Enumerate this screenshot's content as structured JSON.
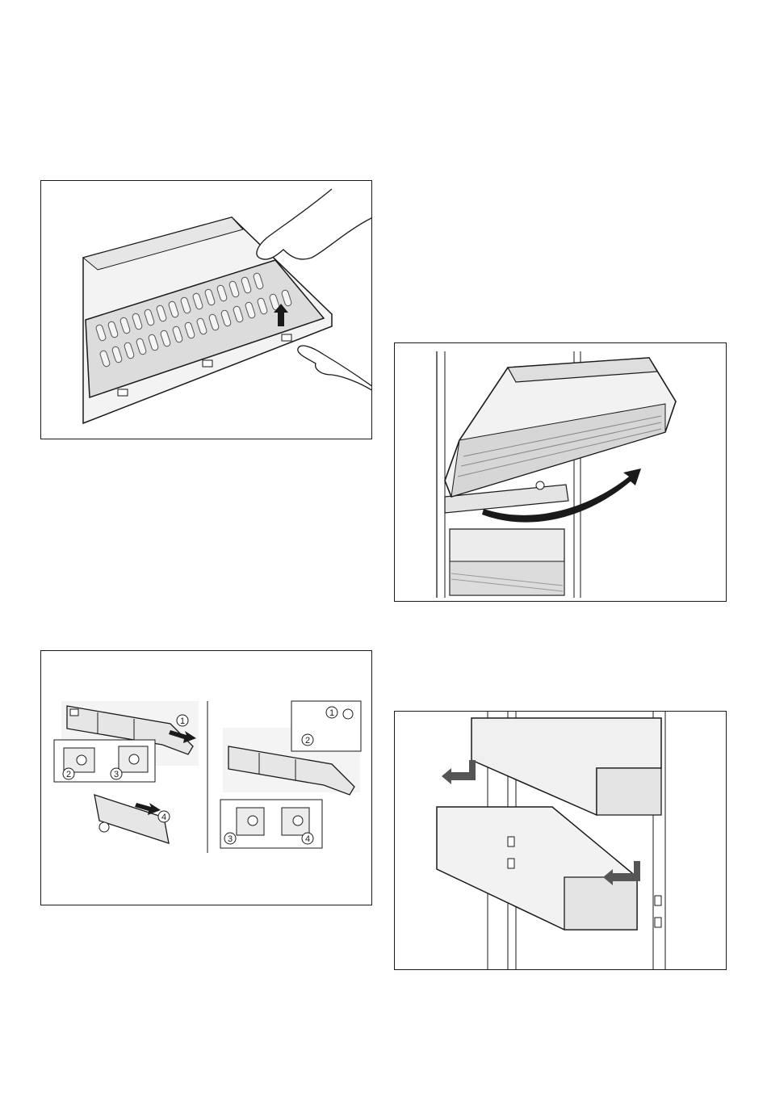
{
  "figures": [
    {
      "id": "fig1",
      "subject": "glass-shelf-grid-removal"
    },
    {
      "id": "fig2",
      "subject": "drawer-removal"
    },
    {
      "id": "fig3",
      "subject": "shelf-trim-disassembly",
      "step_markers": [
        "1",
        "2",
        "3",
        "4"
      ]
    },
    {
      "id": "fig4",
      "subject": "door-rack-removal"
    }
  ],
  "colors": {
    "line": "#1a1a1a",
    "shade": "#d9d9d9",
    "light": "#efefef",
    "dark": "#6e6e6e"
  },
  "icons": [
    "arrow-icon",
    "hand-icon"
  ]
}
